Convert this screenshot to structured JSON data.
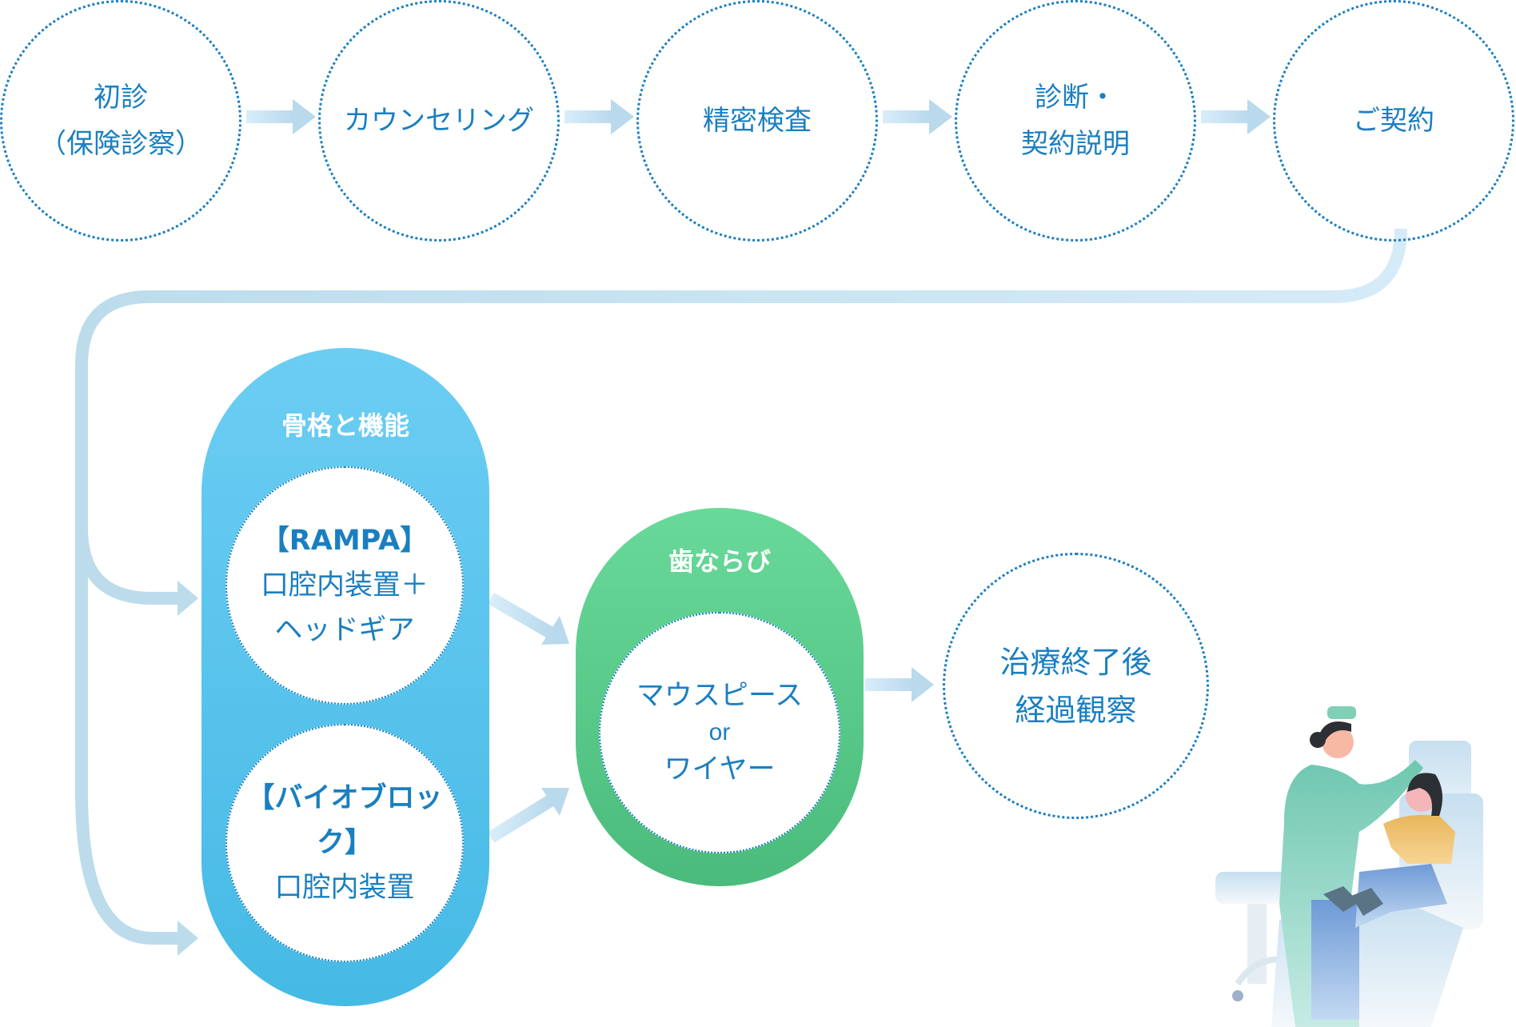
{
  "steps": [
    {
      "lines": [
        "初診",
        "（保険診察）"
      ]
    },
    {
      "lines": [
        "カウンセリング"
      ]
    },
    {
      "lines": [
        "精密検査"
      ]
    },
    {
      "lines": [
        "診断・",
        "契約説明"
      ]
    },
    {
      "lines": [
        "ご契約"
      ]
    }
  ],
  "skeleton_group": {
    "title": "骨格と機能",
    "options": [
      {
        "lines": [
          "【RAMPA】",
          "口腔内装置＋",
          "ヘッドギア"
        ]
      },
      {
        "lines": [
          "【バイオブロック】",
          "口腔内装置"
        ]
      }
    ]
  },
  "teeth_group": {
    "title": "歯ならび",
    "option": {
      "line1": "マウスピース",
      "connector": "or",
      "line2": "ワイヤー"
    }
  },
  "final_step": {
    "lines": [
      "治療終了後",
      "経過観察"
    ]
  },
  "illustration": {
    "icon": "dentist-patient-illustration"
  },
  "colors": {
    "text": "#1a7fc0",
    "dots": "#1a7fc0",
    "connector": "#bddcec",
    "skeleton_pill": "#5ac6ef",
    "teeth_pill": "#5ccb8b"
  }
}
